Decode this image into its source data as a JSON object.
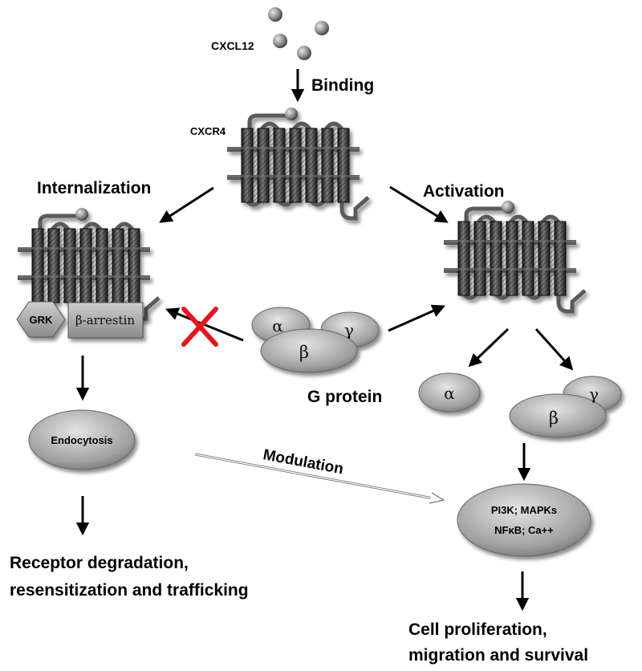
{
  "labels": {
    "ligand": "CXCL12",
    "binding": "Binding",
    "receptor": "CXCR4",
    "internalization": "Internalization",
    "activation": "Activation",
    "grk": "GRK",
    "arrestin": "β-arrestin",
    "g_protein": "G protein",
    "alpha": "α",
    "beta": "β",
    "gamma": "γ",
    "endocytosis": "Endocytosis",
    "modulation": "Modulation",
    "signal_line1": "PI3K; MAPKs",
    "signal_line2": "NFκB; Ca++",
    "left_outcome_line1": "Receptor degradation,",
    "left_outcome_line2": "resensitization and trafficking",
    "right_outcome_line1": "Cell proliferation,",
    "right_outcome_line2": "migration and survival"
  },
  "colors": {
    "membrane": "#555555",
    "helix_dark": "#2b2b2b",
    "ellipse_light": "#d8d8d8",
    "ellipse_dark": "#6e6e6e",
    "block_symbol": "#e8141b",
    "arrow": "#000000"
  }
}
